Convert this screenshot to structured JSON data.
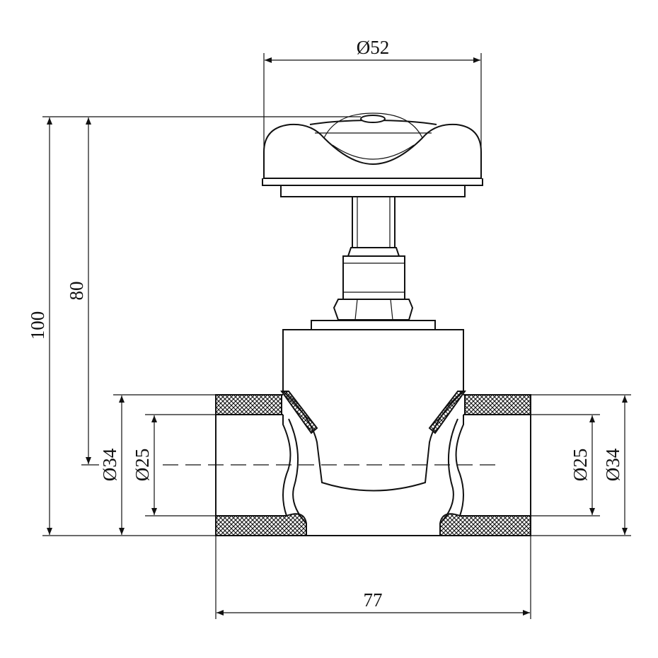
{
  "dimensions": {
    "handle_diameter": "Ø52",
    "total_height": "100",
    "axis_height": "80",
    "outer_diameter_left": "Ø34",
    "inner_diameter_left": "Ø25",
    "inner_diameter_right": "Ø25",
    "outer_diameter_right": "Ø34",
    "overall_length": "77"
  },
  "colors": {
    "line": "#111111",
    "background": "#ffffff"
  }
}
